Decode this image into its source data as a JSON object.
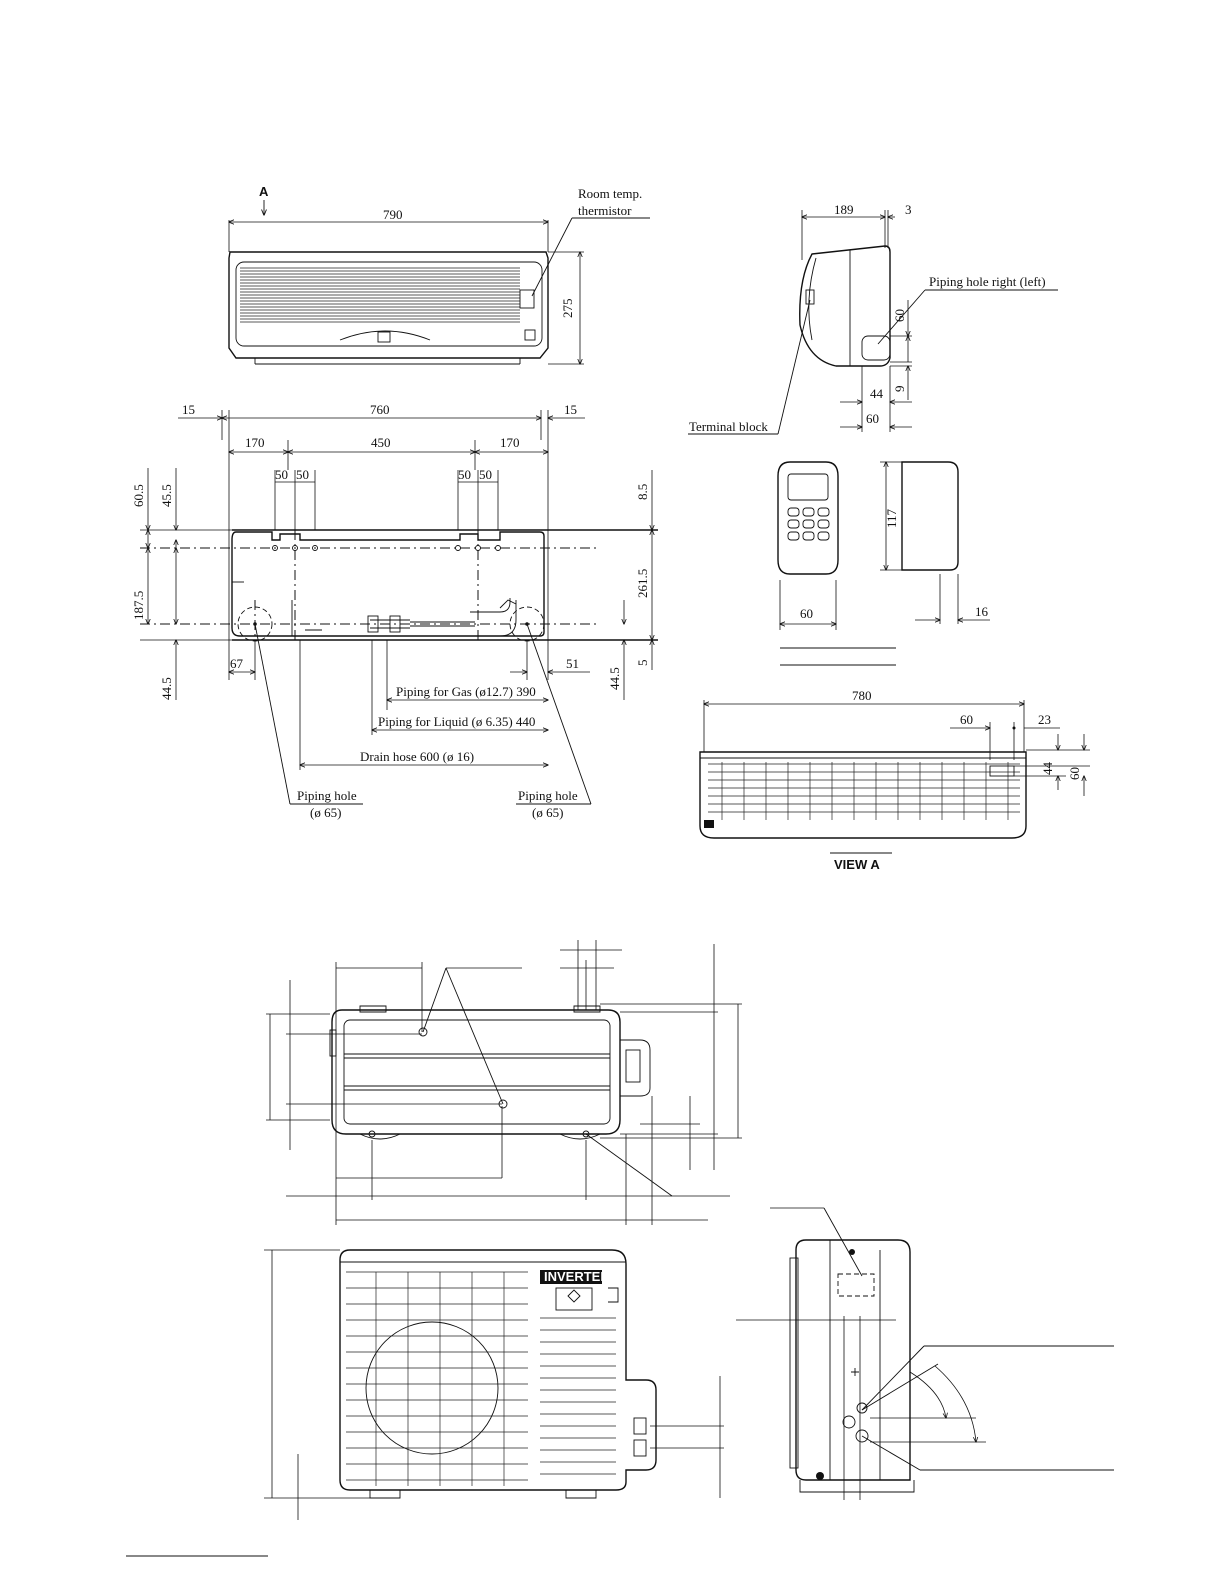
{
  "indoor_front": {
    "view_marker": "A",
    "width_dim": "790",
    "height_dim": "275",
    "thermistor_label_line1": "Room temp.",
    "thermistor_label_line2": "thermistor"
  },
  "indoor_side": {
    "depth_dim": "189",
    "offset_dim": "3",
    "piping_hole_label": "Piping hole right (left)",
    "hole_height_dim": "60",
    "hole_bottom_dim": "9",
    "hole_width_dim": "44",
    "hole_offset_dim": "60",
    "terminal_block_label": "Terminal block"
  },
  "mounting_plate": {
    "left_margin": "15",
    "total_width": "760",
    "right_margin": "15",
    "left_segment": "170",
    "middle_segment": "450",
    "right_segment": "170",
    "hole_spacing_a": "50",
    "hole_spacing_b": "50",
    "hole_spacing_c": "50",
    "hole_spacing_d": "50",
    "left_top_offset": "60.5",
    "left_upper_offset": "45.5",
    "left_middle_height": "187.5",
    "left_bottom_offset": "44.5",
    "right_top_offset": "8.5",
    "right_height": "261.5",
    "right_bottom_offset": "5",
    "right_lower_offset": "44.5",
    "left_hole_offset": "67",
    "right_hole_offset": "51",
    "gas_piping_label": "Piping for Gas (ø12.7) 390",
    "liquid_piping_label": "Piping for Liquid (ø 6.35) 440",
    "drain_hose_label": "Drain hose 600 (ø 16)",
    "left_piping_hole_line1": "Piping hole",
    "left_piping_hole_line2": "(ø 65)",
    "right_piping_hole_line1": "Piping hole",
    "right_piping_hole_line2": "(ø 65)"
  },
  "remote": {
    "width_dim": "60",
    "height_dim": "117",
    "depth_dim": "16"
  },
  "view_a": {
    "width_dim": "780",
    "hole_offset_dim": "60",
    "edge_offset_dim": "23",
    "hole_height_dim": "44",
    "total_height_dim": "60",
    "caption": "VIEW A"
  },
  "outdoor": {
    "badge_text": "INVERTER"
  }
}
